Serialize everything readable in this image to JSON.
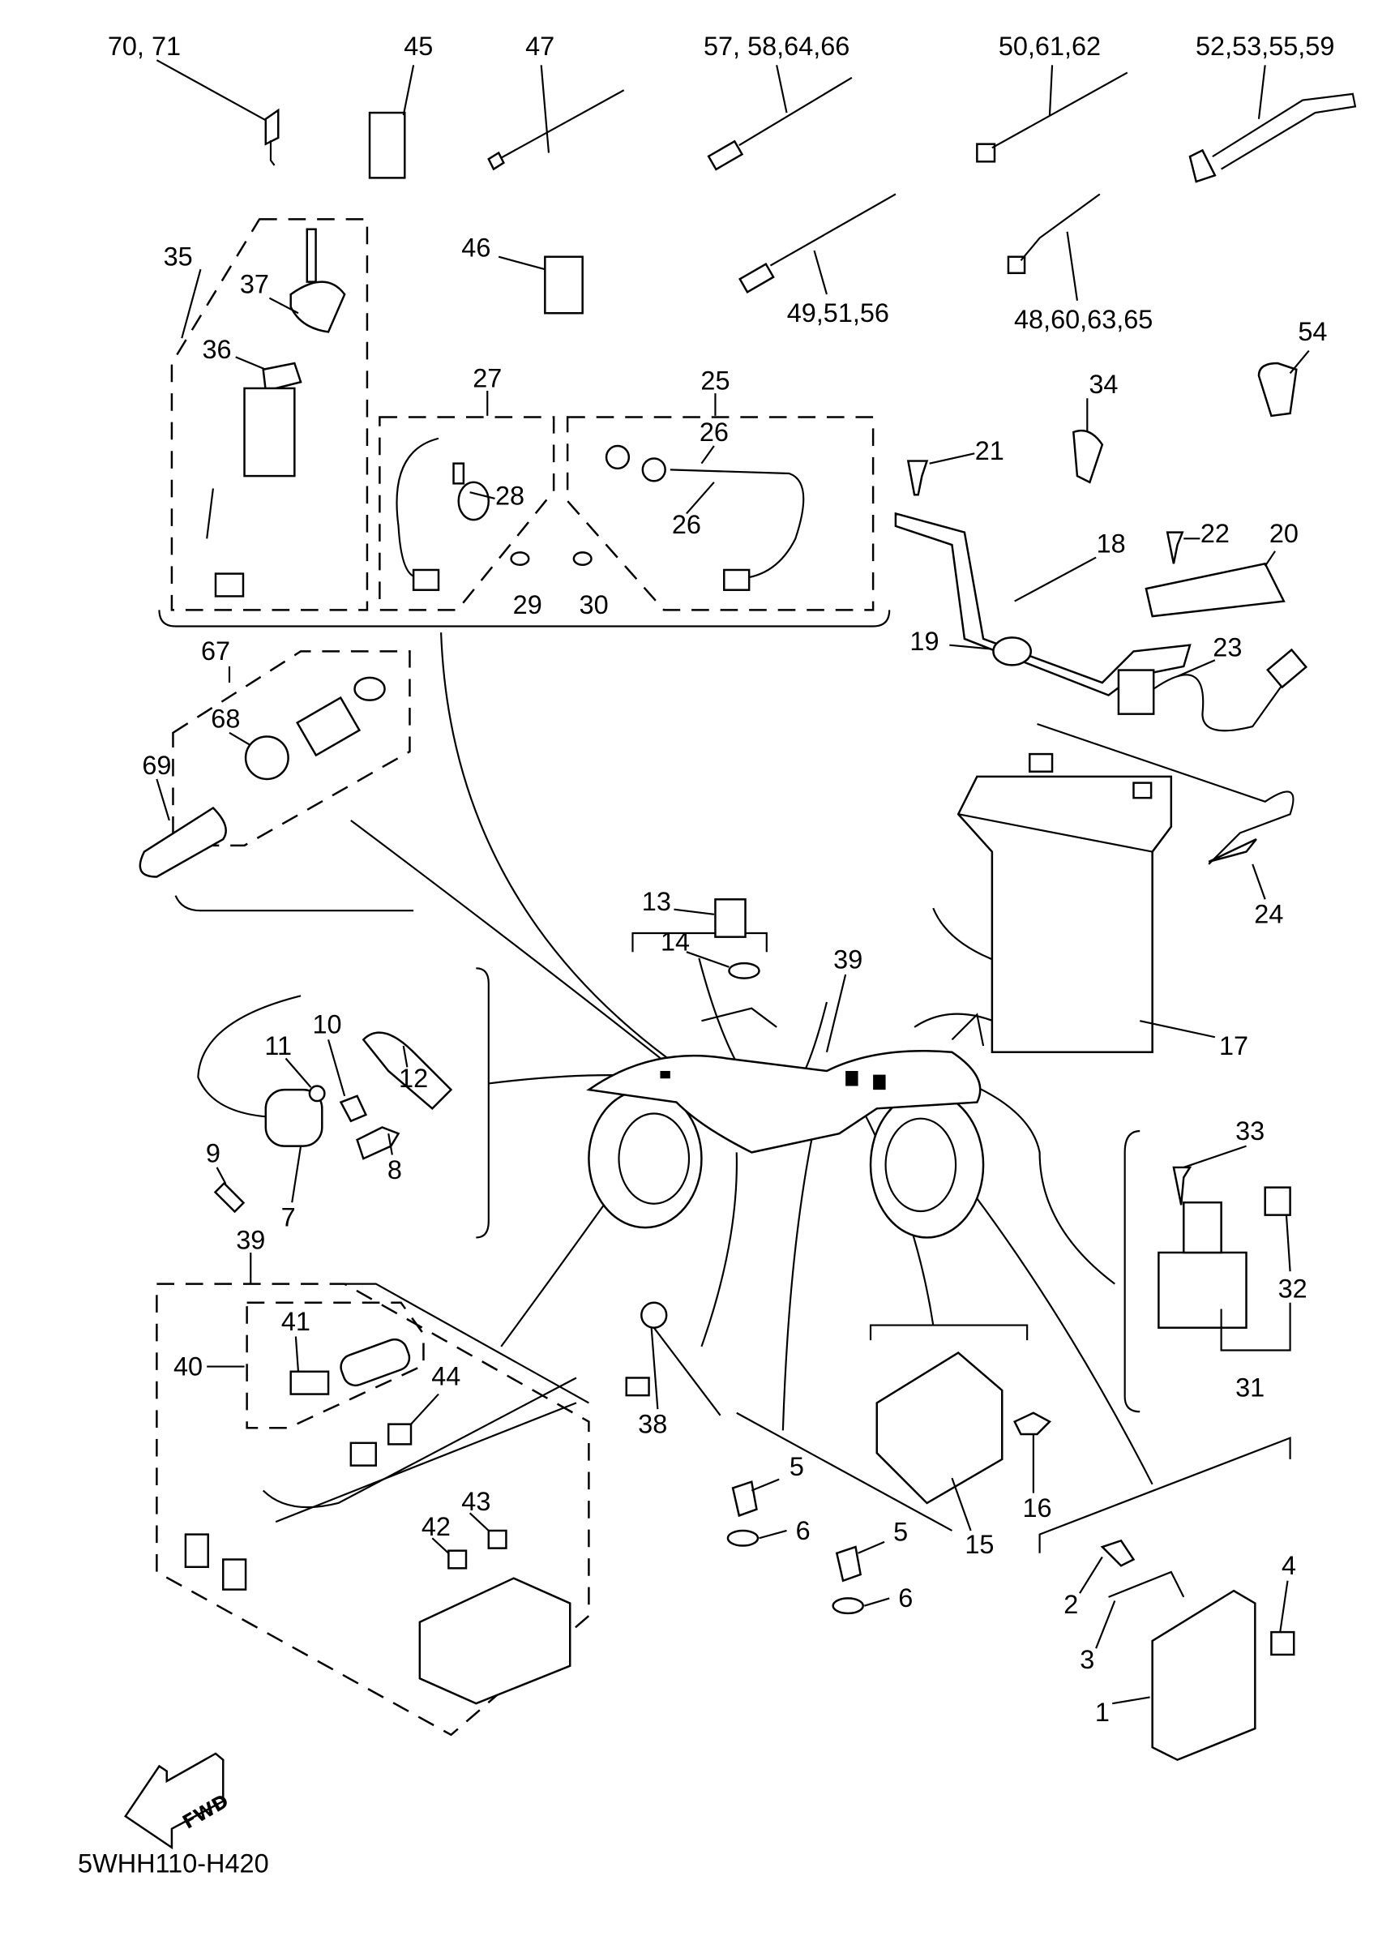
{
  "diagram": {
    "code": "5WHH110-H420",
    "fwd_label": "FWD",
    "callouts": [
      "70, 71",
      "45",
      "47",
      "57, 58,64,66",
      "50,61,62",
      "52,53,55,59",
      "46",
      "49,51,56",
      "48,60,63,65",
      "54",
      "35",
      "37",
      "36",
      "27",
      "25",
      "26",
      "28",
      "26",
      "29",
      "30",
      "34",
      "21",
      "22",
      "20",
      "18",
      "19",
      "23",
      "67",
      "68",
      "69",
      "24",
      "13",
      "14",
      "39",
      "17",
      "10",
      "11",
      "12",
      "9",
      "8",
      "7",
      "39",
      "33",
      "41",
      "40",
      "44",
      "32",
      "31",
      "38",
      "5",
      "16",
      "15",
      "6",
      "5",
      "43",
      "42",
      "6",
      "4",
      "2",
      "3",
      "1"
    ]
  }
}
